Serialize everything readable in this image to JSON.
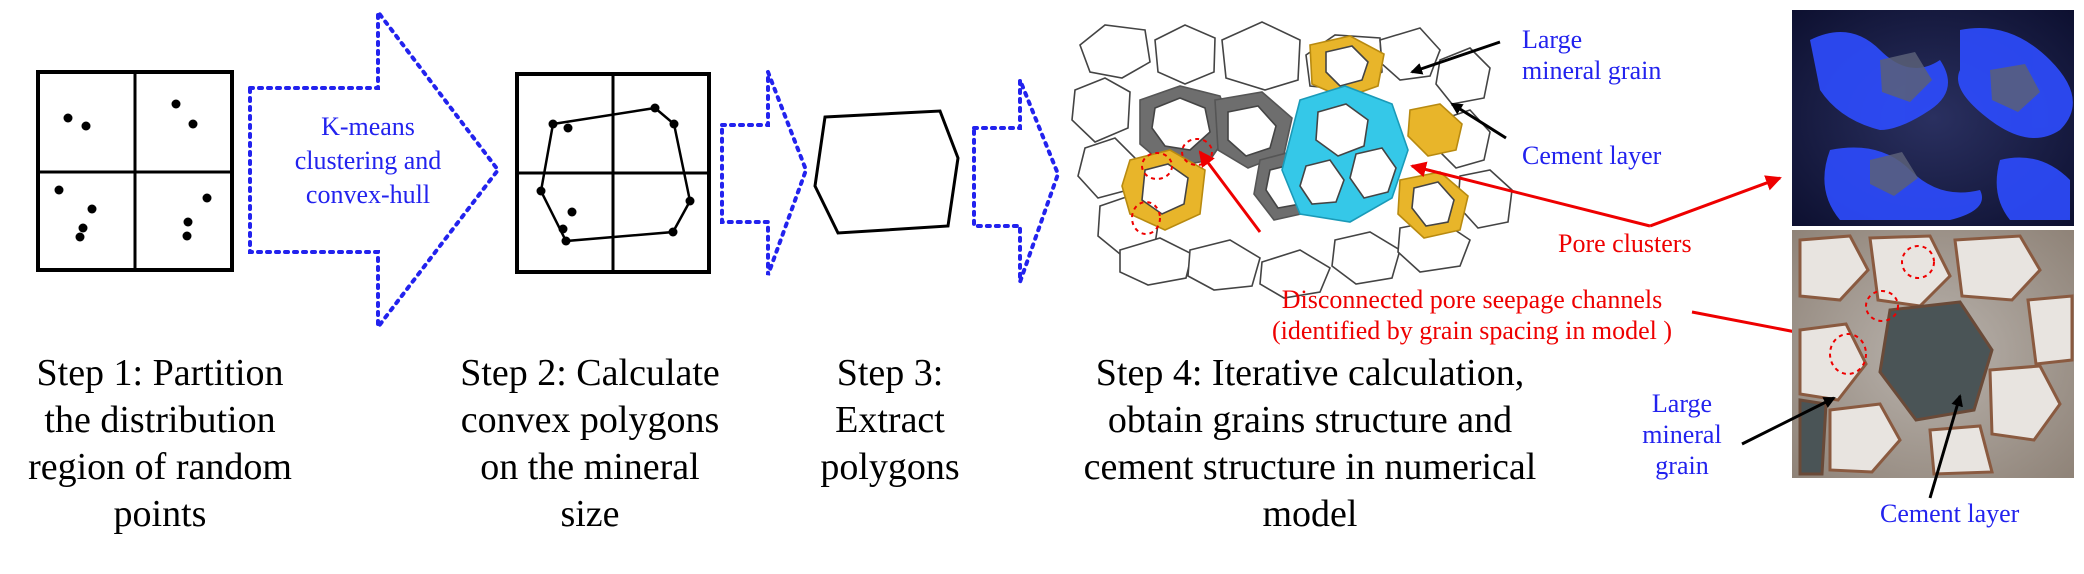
{
  "steps": [
    {
      "caption_lines": [
        "Step 1: Partition",
        "the distribution",
        "region of random",
        "points"
      ]
    },
    {
      "caption_lines": [
        "Step 2: Calculate",
        "convex polygons",
        "on the mineral",
        "size"
      ]
    },
    {
      "caption_lines": [
        "Step 3:",
        "Extract",
        "polygons"
      ]
    },
    {
      "caption_lines": [
        "Step 4: Iterative calculation,",
        "obtain grains structure and",
        "cement structure in numerical",
        "model"
      ]
    }
  ],
  "arrow_label_lines": [
    "K-means",
    "clustering and",
    "convex-hull"
  ],
  "annotations": {
    "large_grain_model": [
      "Large",
      "mineral grain"
    ],
    "cement_layer_model": "Cement layer",
    "pore_clusters": "Pore clusters",
    "disconnected_lines": [
      "Disconnected pore seepage channels",
      "(identified by grain spacing in model )"
    ],
    "large_grain_photo": [
      "Large",
      "mineral",
      "grain"
    ],
    "cement_layer_photo": "Cement layer"
  },
  "colors": {
    "blue_text": "#2222ee",
    "red_text": "#ee0000",
    "pore_fill": "#e8b52a",
    "connected_pore_fill": "#35c8e8",
    "cement_fill": "#6e6e6e"
  }
}
